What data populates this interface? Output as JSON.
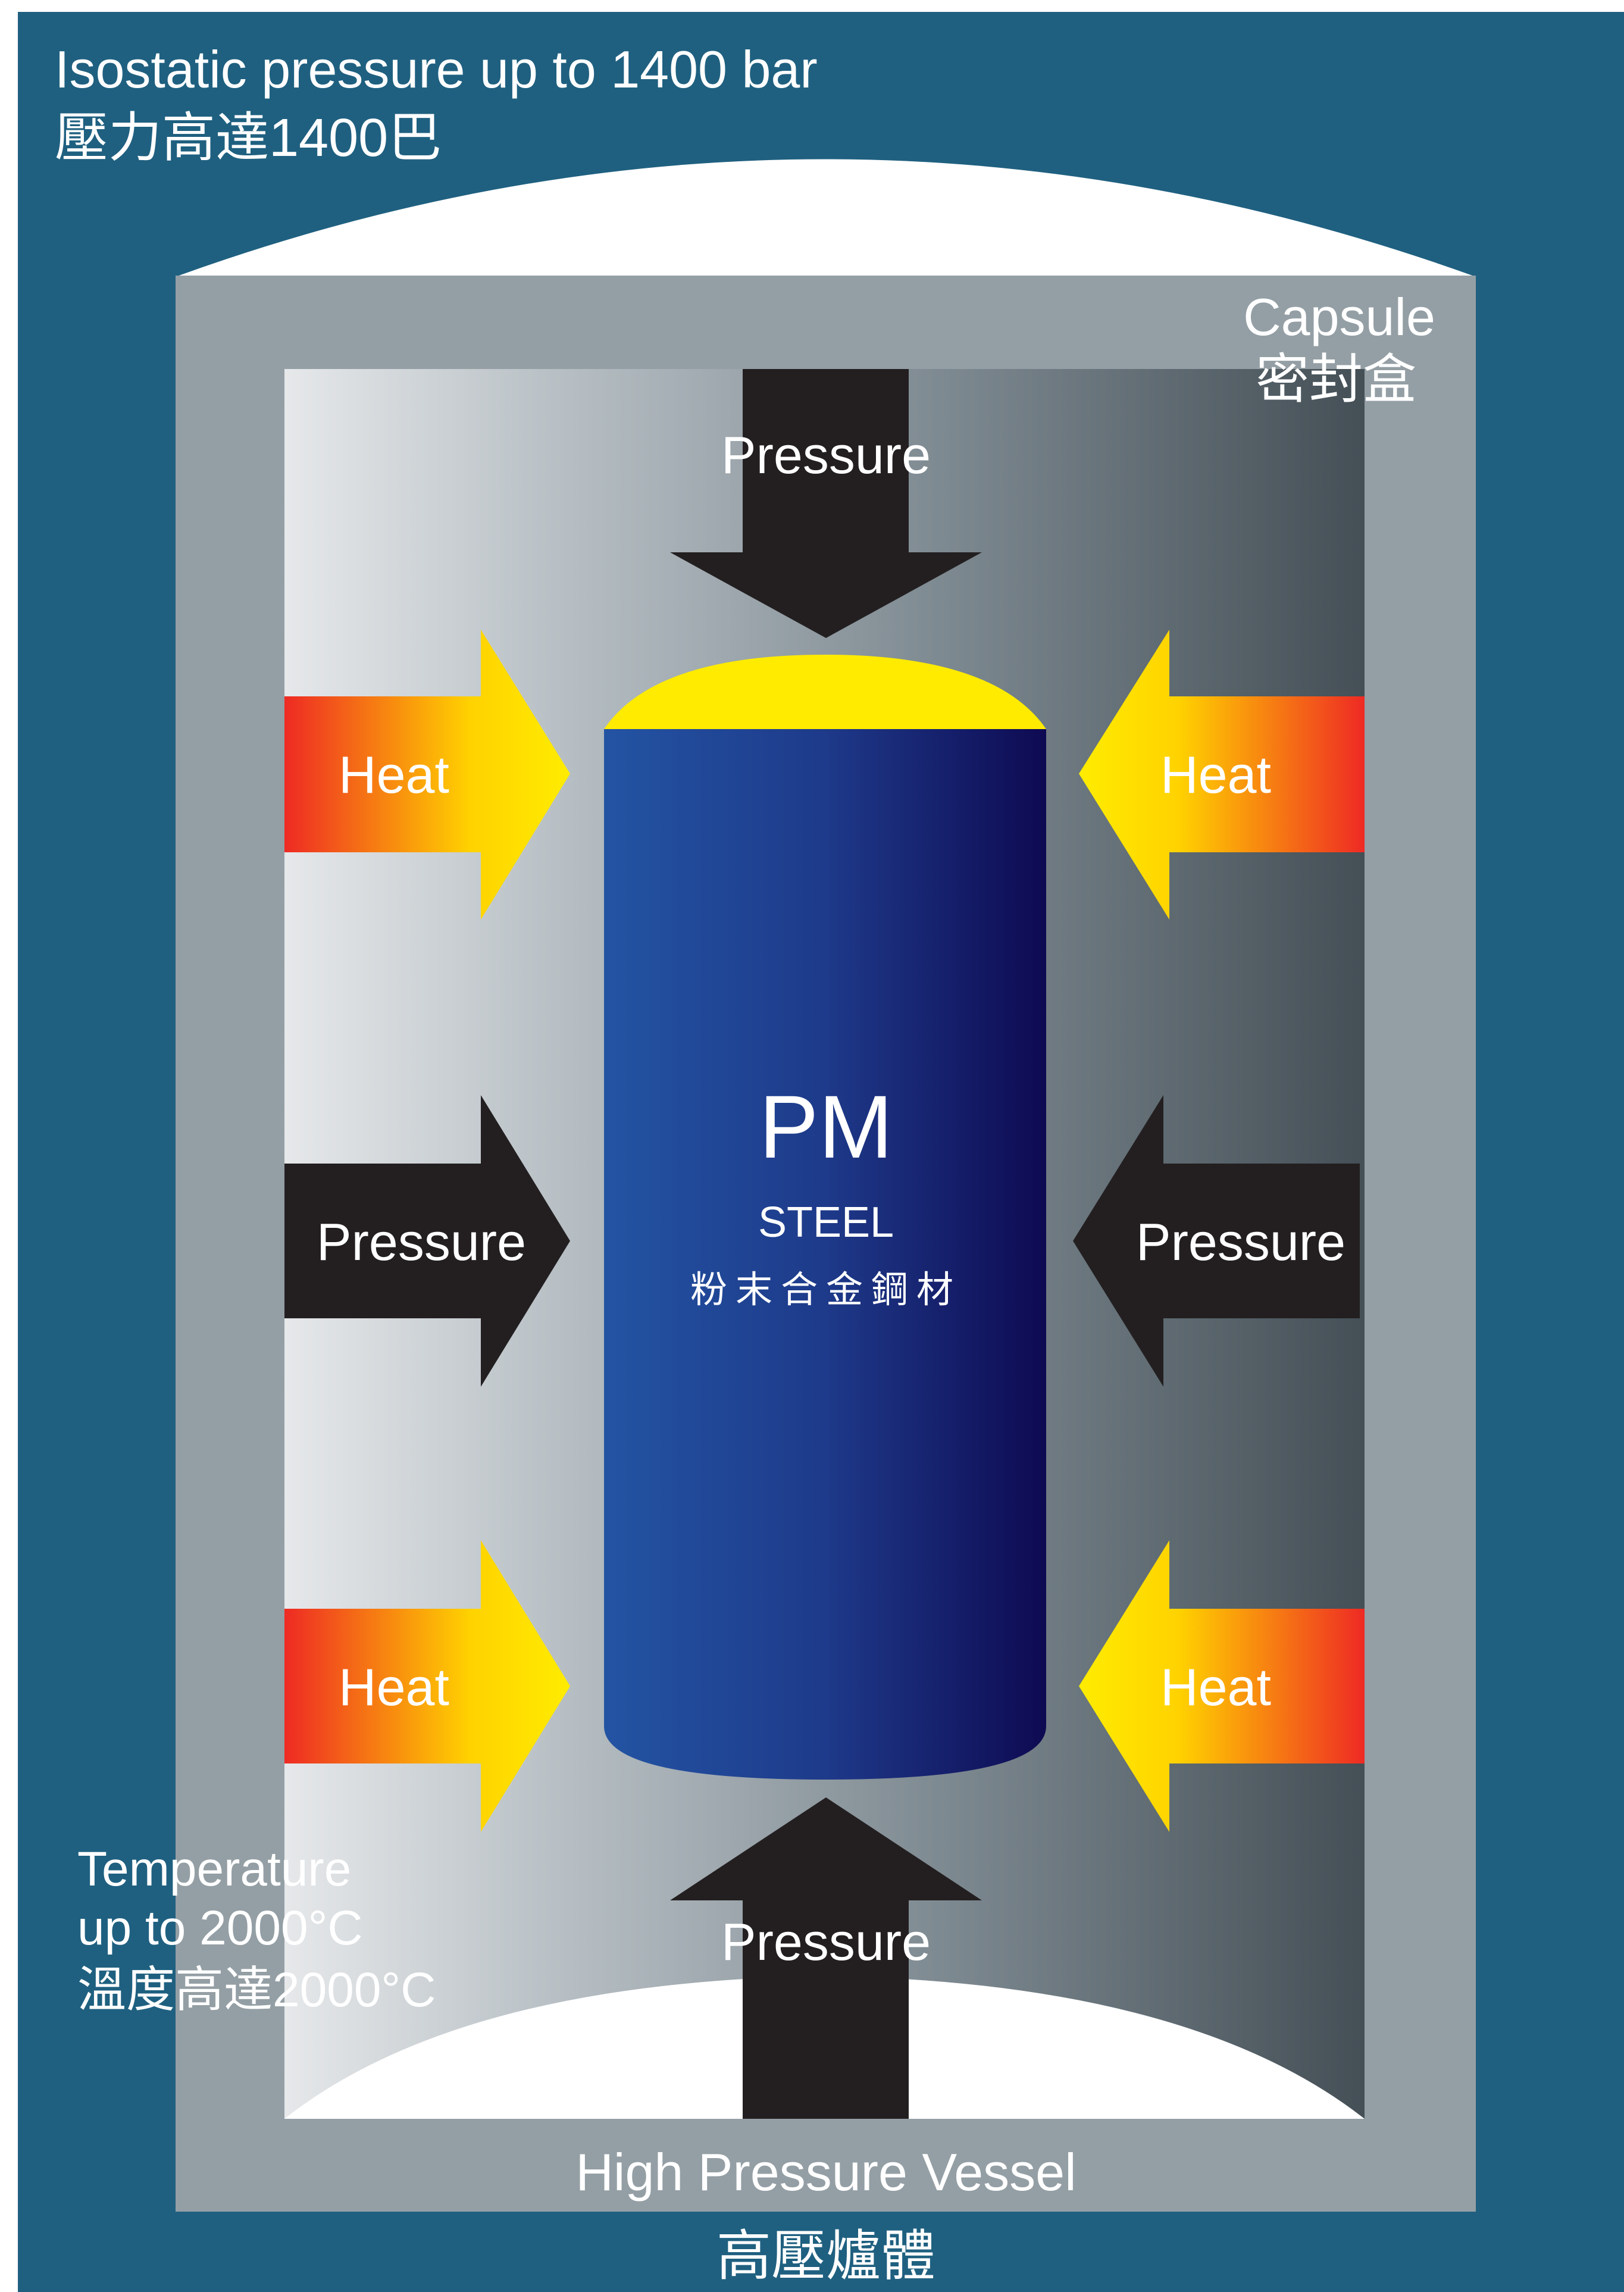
{
  "vessel_caption": {
    "line1": "Isostatic pressure up to 1400 bar",
    "line2": "壓力高達1400巴"
  },
  "capsule_caption": {
    "line1": "Capsule",
    "line2": "密封盒"
  },
  "part": {
    "title": "PM",
    "subtitle": "STEEL",
    "chinese": "粉末合金鋼材"
  },
  "arrows": {
    "pressure_top": "Pressure",
    "pressure_bottom": "Pressure",
    "pressure_left": "Pressure",
    "pressure_right": "Pressure",
    "heat_left_top": "Heat",
    "heat_right_top": "Heat",
    "heat_left_bottom": "Heat",
    "heat_right_bottom": "Heat"
  },
  "temperature_caption": {
    "line1": "Temperature",
    "line2": "up to 2000°C",
    "line3": "溫度高達2000°C"
  },
  "vessel_label": {
    "english": "High Pressure Vessel",
    "chinese": "高壓爐體"
  },
  "colors": {
    "vessel_blue": "#1F6080",
    "capsule_gray": "#949FA5",
    "part_blue_left": "#2354A3",
    "part_blue_right": "#0E0A52",
    "part_top_yellow": "#FFEB00",
    "pressure_arrow": "#231F20",
    "heat_red": "#EE2A24",
    "heat_yellow": "#FFEC00"
  }
}
